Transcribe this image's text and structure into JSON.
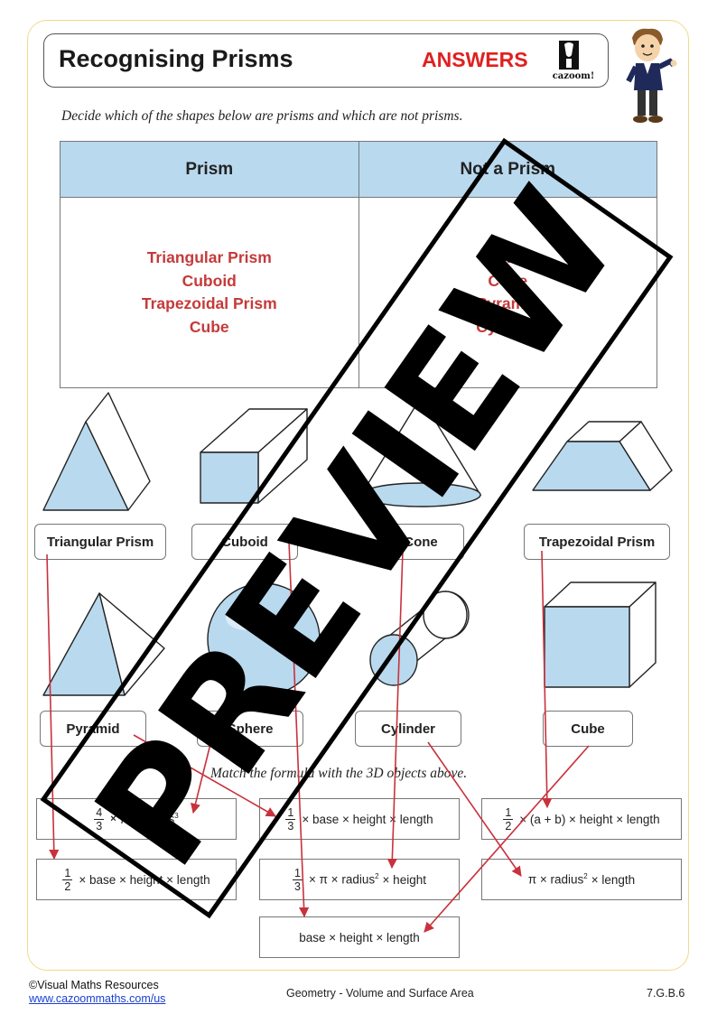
{
  "header": {
    "title": "Recognising Prisms",
    "answers_label": "ANSWERS",
    "logo_text": "cazoom!"
  },
  "instructions": {
    "part1": "Decide which of the shapes below are prisms and which are not prisms.",
    "part2": "Match the formula with the 3D objects above."
  },
  "table": {
    "headers": [
      "Prism",
      "Not a Prism"
    ],
    "prism_answers": [
      "Triangular Prism",
      "Cuboid",
      "Trapezoidal Prism",
      "Cube"
    ],
    "not_prism_answers": [
      "Sphere",
      "Cone",
      "Pyramid",
      "Cylinder"
    ]
  },
  "shape_labels": {
    "triangular_prism": "Triangular Prism",
    "cuboid": "Cuboid",
    "cone": "Cone",
    "trapezoidal_prism": "Trapezoidal Prism",
    "pyramid": "Pyramid",
    "sphere": "Sphere",
    "cylinder": "Cylinder",
    "cube": "Cube"
  },
  "formulas": {
    "sphere": {
      "frac_n": "4",
      "frac_d": "3",
      "t1": "×",
      "t2": "π",
      "t3": "×",
      "t4": "radius",
      "sup": "3"
    },
    "pyramid": {
      "frac_n": "1",
      "frac_d": "3",
      "text": "× base × height × length"
    },
    "trapezoid": {
      "frac_n": "1",
      "frac_d": "2",
      "text": "× (a + b) × height × length"
    },
    "triangular": {
      "frac_n": "1",
      "frac_d": "2",
      "text": "× base × height × length"
    },
    "cone": {
      "frac_n": "1",
      "frac_d": "3",
      "t1": "× π × radius",
      "sup": "2",
      "t2": "× height"
    },
    "cylinder": {
      "t1": "π × radius",
      "sup": "2",
      "t2": "× length"
    },
    "cuboid": {
      "text": "base × height × length"
    }
  },
  "watermark": "PREVIEW",
  "footer": {
    "copyright": "©Visual Maths Resources",
    "url": "www.cazoommaths.com/us",
    "topic": "Geometry - Volume and Surface Area",
    "code": "7.G.B.6"
  },
  "colors": {
    "shape_fill": "#b9d9ee",
    "answer_red": "#c53a3a",
    "arrow_red": "#c8323c",
    "answers_label": "#e02020"
  }
}
